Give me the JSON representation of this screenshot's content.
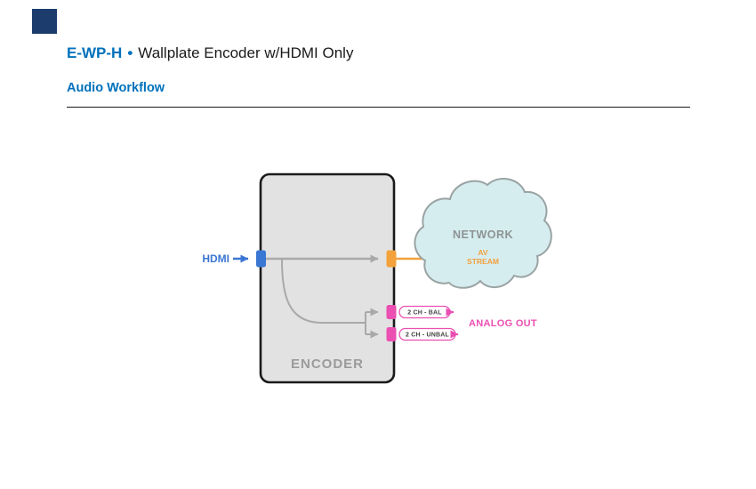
{
  "header": {
    "model": "E-WP-H",
    "separator": "•",
    "title": "Wallplate Encoder w/HDMI Only",
    "subtitle": "Audio Workflow"
  },
  "diagram": {
    "encoder_label": "ENCODER",
    "hdmi_label": "HDMI",
    "network_label": "NETWORK",
    "av_stream_line1": "AV",
    "av_stream_line2": "STREAM",
    "output_bal_label": "2 CH - BAL",
    "output_unbal_label": "2 CH - UNBAL",
    "analog_out_label": "ANALOG OUT"
  },
  "colors": {
    "brand_blue": "#0071bc",
    "logo_navy": "#1b3c6d",
    "hdmi_blue": "#3a76d3",
    "av_orange": "#f2a13b",
    "analog_magenta": "#ea4fb1",
    "cloud_fill": "#d6edf0",
    "cloud_stroke": "#9aa3a3",
    "encoder_fill": "#e2e2e2",
    "encoder_stroke": "#1a1a1a",
    "line_gray": "#a9a9a9",
    "text_dark": "#1a1a1a",
    "encoder_label_gray": "#9b9b9b"
  }
}
